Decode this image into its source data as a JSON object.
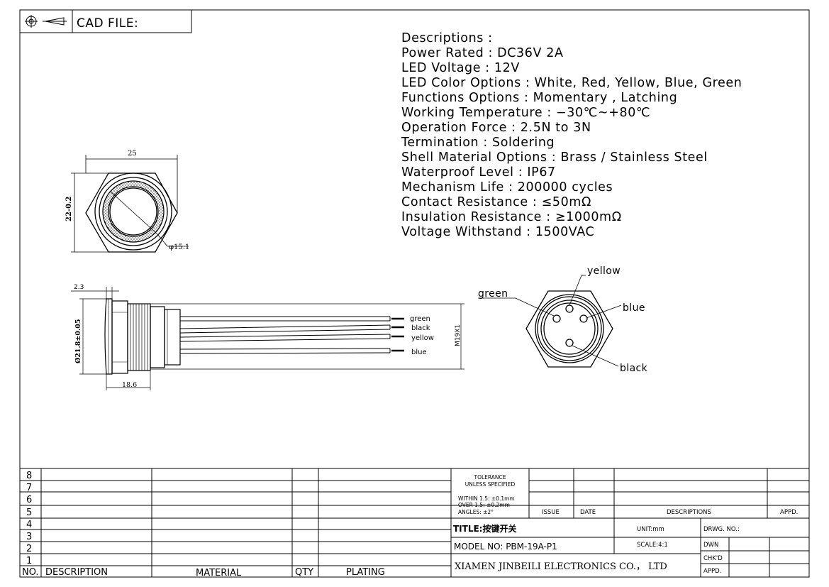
{
  "header": {
    "cad_file_label": "CAD FILE:"
  },
  "descriptions": {
    "heading": "Descriptions :",
    "lines": [
      "Power Rated : DC36V 2A",
      "LED Voltage : 12V",
      "LED Color Options : White, Red, Yellow, Blue, Green",
      "Functions Options : Momentary , Latching",
      "Working Temperature : −30℃~+80℃",
      "Operation Force : 2.5N to 3N",
      "Termination : Soldering",
      "Shell Material Options : Brass / Stainless Steel",
      "Waterproof Level : IP67",
      "Mechanism Life : 200000 cycles",
      "Contact Resistance : ≤50mΩ",
      "Insulation Resistance : ≥1000mΩ",
      "Voltage Withstand : 1500VAC"
    ]
  },
  "front_view": {
    "dim_width": "25",
    "dim_height": "22-0.2",
    "dim_diameter": "φ15.1"
  },
  "side_view": {
    "dim_flange": "2.3",
    "dim_diameter": "Ø21.8±0.05",
    "dim_length": "18.6",
    "dim_thread": "M19X1",
    "wires": [
      "green",
      "black",
      "yellow",
      "blue"
    ]
  },
  "pin_view": {
    "labels": {
      "yellow": "yellow",
      "green": "green",
      "blue": "blue",
      "black": "black"
    }
  },
  "title_block": {
    "rev_rows": [
      "8",
      "7",
      "6",
      "5",
      "4",
      "3",
      "2",
      "1"
    ],
    "columns": {
      "no": "NO.",
      "description": "DESCRIPTION",
      "material": "MATERIAL",
      "qty": "QTY",
      "plating": "PLATING"
    },
    "tolerance_title": [
      "TOLERANCE",
      "UNLESS SPECIFIED"
    ],
    "tolerance_lines": [
      "WITHIN 1.5: ±0.1mm",
      "OVER 1.5: ±0.2mm",
      "ANGLES: ±2°"
    ],
    "issue": "ISSUE",
    "date": "DATE",
    "descriptions": "DESCRIPTIONS",
    "appd": "APPD.",
    "title": "TITLE:按键开关",
    "unit": "UNIT:mm",
    "drwg_no": "DRWG. NO.:",
    "model": "MODEL NO: PBM-19A-P1",
    "scale": "SCALE:4:1",
    "dwn": "DWN",
    "chkd": "CHK'D",
    "appd2": "APPD.",
    "company": "XIAMEN JINBEILI ELECTRONICS CO.， LTD"
  }
}
